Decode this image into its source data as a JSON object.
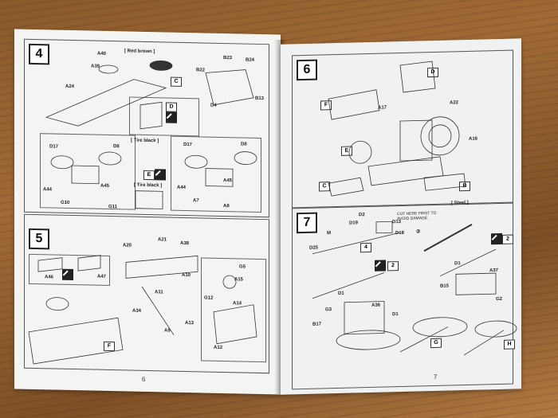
{
  "colors": {
    "table": "#8a5a2b",
    "paper": "#f4f4f2",
    "ink": "#222222"
  },
  "left_page": {
    "page_number": "6",
    "steps": [
      {
        "number": "4"
      },
      {
        "number": "5"
      }
    ],
    "notes": {
      "red_brown": "[ Red brown ]",
      "tire_black_1": "[ Tire black ]",
      "tire_black_2": "[ Tire black ]"
    },
    "letters": {
      "c": "C",
      "d": "D",
      "e": "E",
      "f": "F"
    },
    "labels": {
      "a40": "A40",
      "a39": "A39",
      "a24": "A24",
      "b22": "B22",
      "b23": "B23",
      "b24": "B24",
      "b13": "B13",
      "d4": "D4",
      "d17a": "D17",
      "d8a": "D8",
      "a44a": "A44",
      "a45a": "A45",
      "g10": "G10",
      "g11": "G11",
      "d17b": "D17",
      "d8b": "D8",
      "a44b": "A44",
      "a45b": "A45",
      "a7": "A7",
      "a8": "A8",
      "a46": "A46",
      "a47": "A47",
      "a20": "A20",
      "a21": "A21",
      "a38": "A38",
      "a11": "A11",
      "a10": "A10",
      "a34": "A34",
      "a9": "A9",
      "a13": "A13",
      "g12": "G12",
      "g5": "G5",
      "a15": "A15",
      "a14": "A14",
      "a12": "A12"
    }
  },
  "right_page": {
    "page_number": "7",
    "steps": [
      {
        "number": "6"
      },
      {
        "number": "7"
      }
    ],
    "notes": {
      "steel": "[ Steel ]",
      "caution": "CUT HERE FIRST TO AVOID DAMAGE."
    },
    "letters": {
      "d": "D",
      "f": "F",
      "e": "E",
      "c": "C",
      "b": "B",
      "g": "G",
      "h": "H"
    },
    "labels": {
      "a17": "A17",
      "a22": "A22",
      "a16": "A16",
      "d2": "D2",
      "d19": "D19",
      "d13": "D13",
      "d18": "D18",
      "m": "M",
      "d25": "D25",
      "four": "4",
      "two_a": "2",
      "two_b": "2",
      "d1a": "D1",
      "a37": "A37",
      "b15": "B15",
      "d1b": "D1",
      "g3": "G3",
      "a36": "A36",
      "b17": "B17",
      "d1c": "D1",
      "g2": "G2",
      "circled_2": "②"
    }
  }
}
